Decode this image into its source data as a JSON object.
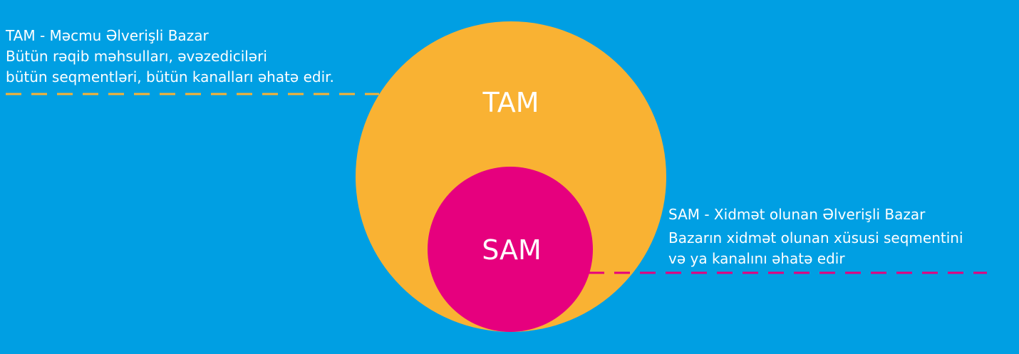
{
  "colors": {
    "background": "#009fe3",
    "tam_circle": "#f9b233",
    "sam_circle": "#e6007e",
    "text": "#ffffff",
    "tam_dash": "#f9b233",
    "sam_dash": "#e6007e"
  },
  "tam": {
    "circle_label": "TAM",
    "desc_title": "TAM  - Məcmu Əlverişli Bazar",
    "desc_line1": "Bütün rəqib məhsulları, əvəzediciləri",
    "desc_line2": "bütün seqmentləri, bütün kanalları əhatə edir."
  },
  "sam": {
    "circle_label": "SAM",
    "desc_title": "SAM - Xidmət olunan Əlverişli Bazar",
    "desc_line1": "Bazarın xidmət olunan xüsusi seqmentini",
    "desc_line2": "və ya kanalını əhatə edir"
  }
}
